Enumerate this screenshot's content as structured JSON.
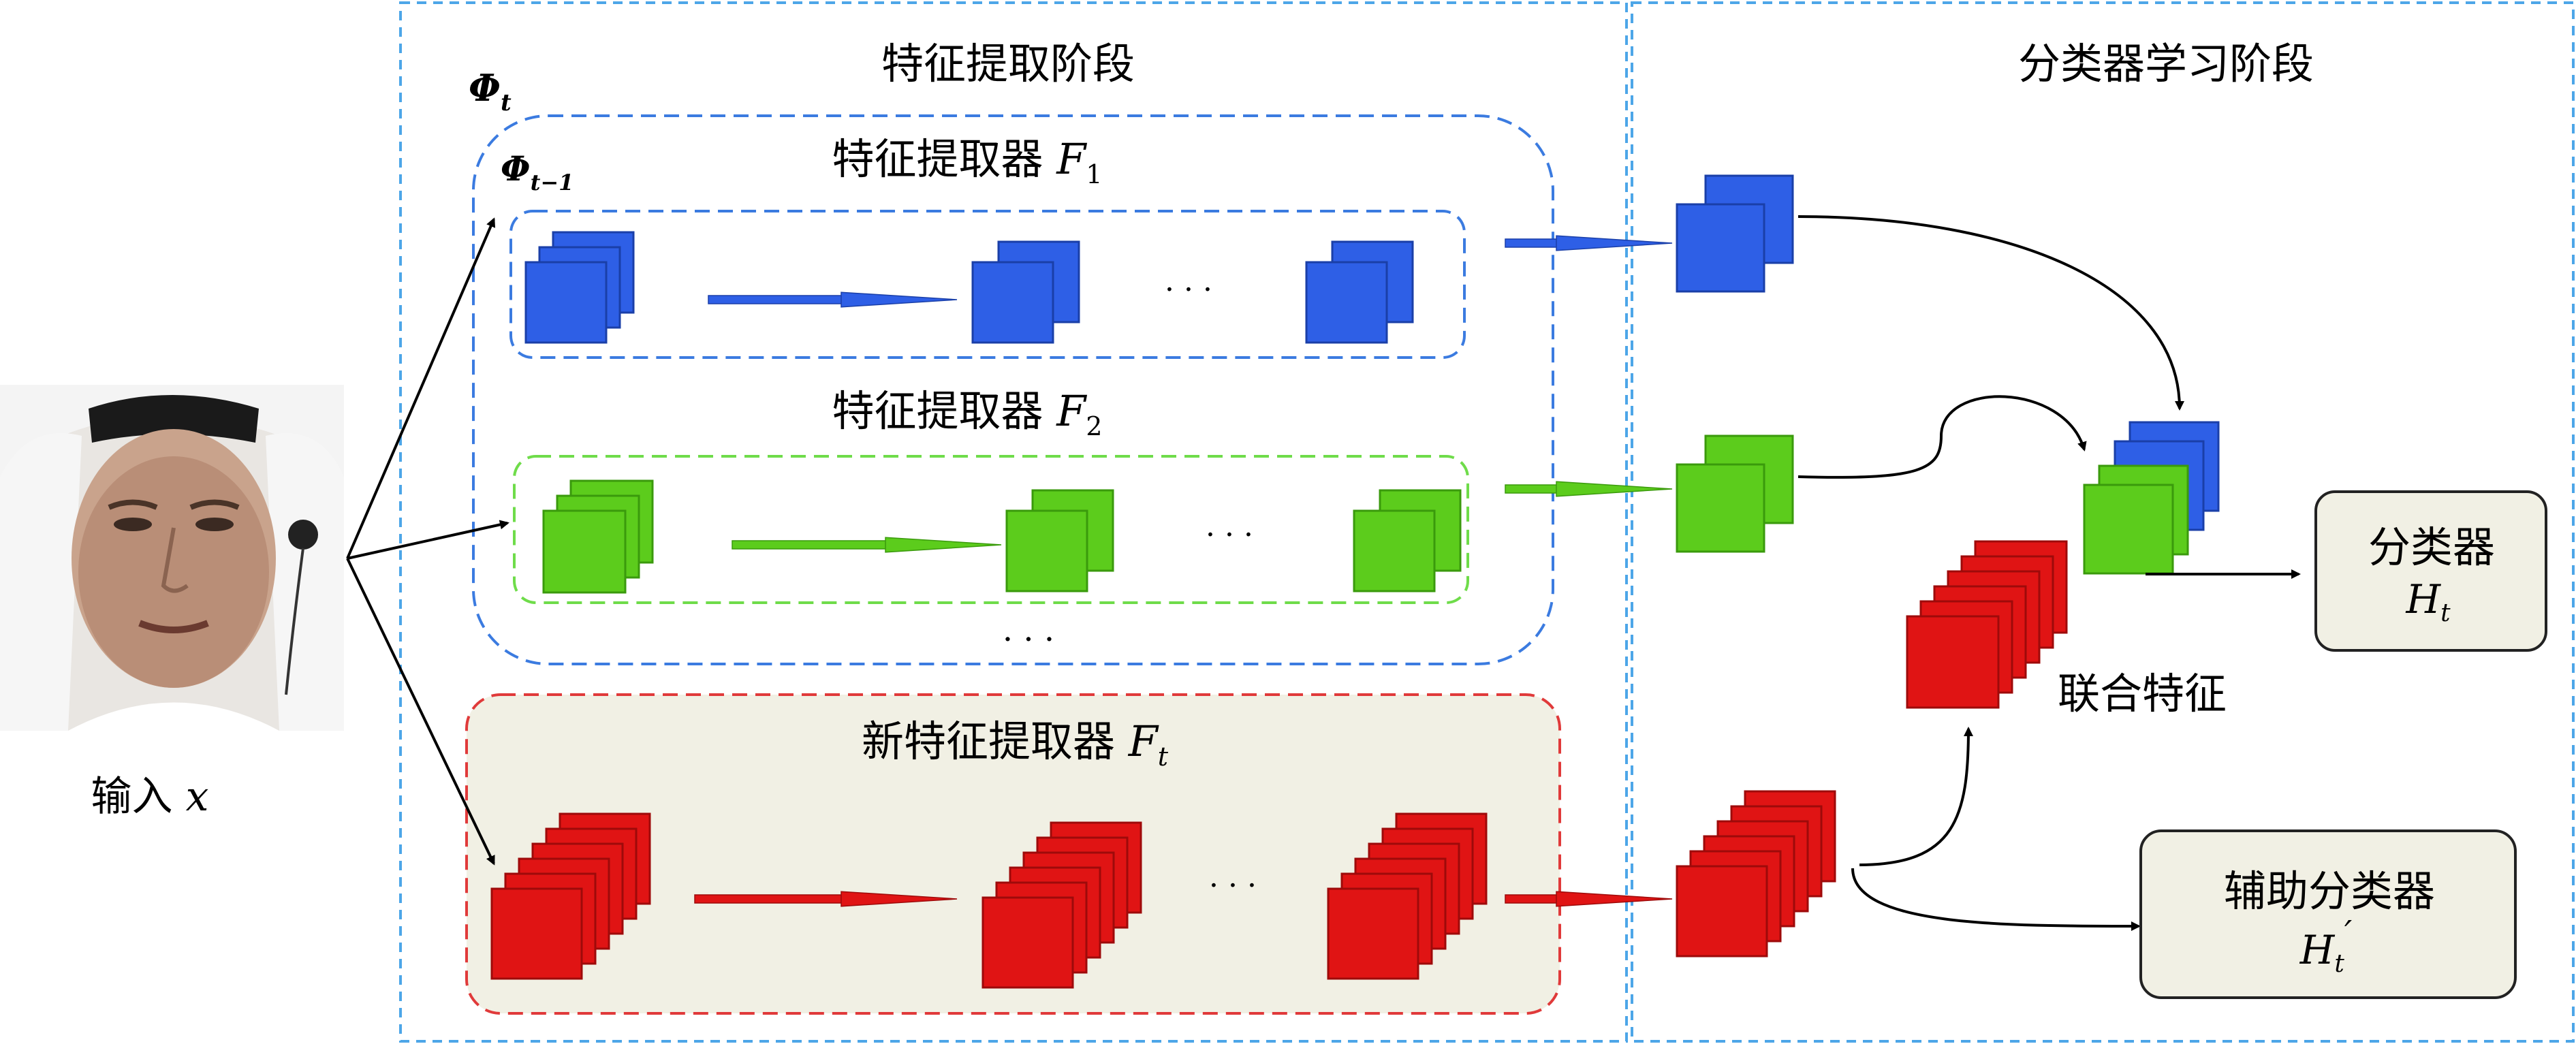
{
  "stages": {
    "feature": "特征提取阶段",
    "classifier": "分类器学习阶段"
  },
  "input": {
    "label_prefix": "输入 ",
    "label_var": "x"
  },
  "phi": {
    "outer_sym": "Φ",
    "outer_sub": "t",
    "inner_sym": "Φ",
    "inner_sub": "t−1"
  },
  "extractors": {
    "f1_prefix": "特征提取器 ",
    "f1_var": "F",
    "f1_sub": "1",
    "f2_prefix": "特征提取器 ",
    "f2_var": "F",
    "f2_sub": "2",
    "ft_prefix": "新特征提取器 ",
    "ft_var": "F",
    "ft_sub": "t",
    "ellipsis": "· · ·",
    "vertical_ellipsis": "· · ·"
  },
  "classifier": {
    "joint_label": "联合特征",
    "main_label": "分类器",
    "main_var": "H",
    "main_sub": "t",
    "aux_label": "辅助分类器",
    "aux_var": "H",
    "aux_sub": "t",
    "aux_prime": "′"
  },
  "colors": {
    "blue": "#2e5fe6",
    "green": "#5ccc1c",
    "red": "#e01414",
    "frame": "#4da6e8",
    "dash_blue": "#3b7be0",
    "dash_green": "#6fdc4a",
    "dash_red": "#e03a3a",
    "panel_fill": "#f1f0e4",
    "classifier_box_fill": "#f1f0e4"
  }
}
